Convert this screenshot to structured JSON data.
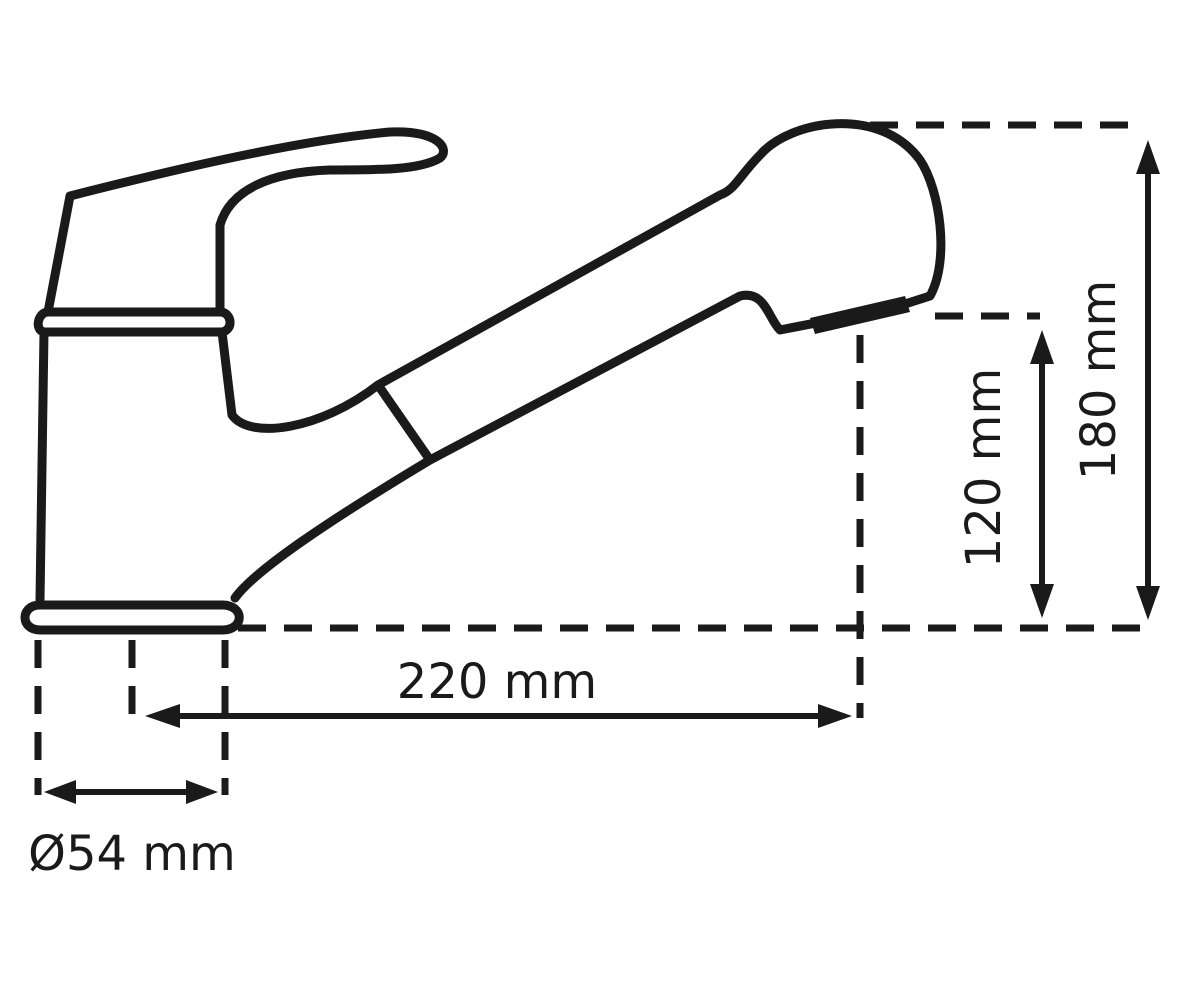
{
  "dimensions": {
    "spout_reach": "220 mm",
    "outlet_height": "120 mm",
    "total_height": "180 mm",
    "base_diameter": "Ø54 mm"
  }
}
